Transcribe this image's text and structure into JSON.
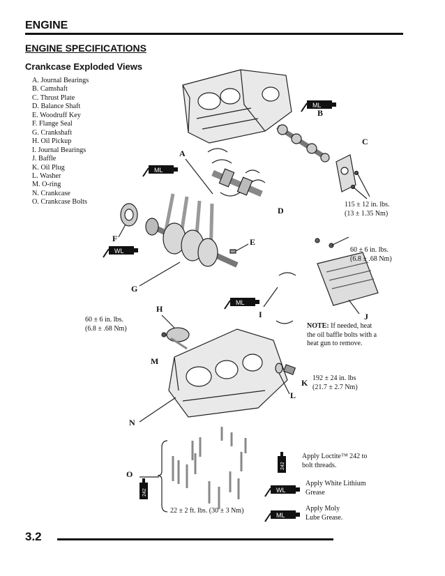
{
  "header": {
    "title": "ENGINE",
    "subtitle": "ENGINE SPECIFICATIONS",
    "section": "Crankcase Exploded Views"
  },
  "legend": [
    "A.  Journal Bearings",
    "B.  Camshaft",
    "C.  Thrust Plate",
    "D.  Balance Shaft",
    "E.  Woodruff Key",
    "F.  Flange Seal",
    "G.  Crankshaft",
    "H.  Oil Pickup",
    "I.  Journal Bearings",
    "J.  Baffle",
    "K.  Oil Plug",
    "L.  Washer",
    "M.  O-ring",
    "N.  Crankcase",
    "O.  Crankcase Bolts"
  ],
  "callouts": {
    "A": "A",
    "B": "B",
    "C": "C",
    "D": "D",
    "E": "E",
    "F": "F",
    "G": "G",
    "H": "H",
    "I": "I",
    "J": "J",
    "K": "K",
    "L": "L",
    "M": "M",
    "N": "N",
    "O": "O"
  },
  "torque": {
    "c_line1": "115 ± 12 in. lbs.",
    "c_line2": "(13 ± 1.35 Nm)",
    "e_line1": "60 ± 6 in. lbs.",
    "e_line2": "(6.8 ± .68 Nm)",
    "h_line1": "60 ± 6 in. lbs.",
    "h_line2": "(6.8 ± .68 Nm)",
    "k_line1": "192 ± 24 in. lbs",
    "k_line2": "(21.7 ± 2.7 Nm)",
    "o_line": "22 ± 2 ft. lbs. (30 ± 3 Nm)"
  },
  "note": {
    "label": "NOTE:",
    "line1": " If needed, heat",
    "line2": "the oil baffle bolts with a",
    "line3": "heat gun to remove."
  },
  "key": {
    "loctite_line1": "Apply Loctite™ 242 to",
    "loctite_line2": "bolt threads.",
    "wl_line1": "Apply White Lithium",
    "wl_line2": "Grease",
    "ml_line1": "Apply Moly",
    "ml_line2": "Lube Grease."
  },
  "icons": {
    "ml": "ML",
    "wl": "WL",
    "loctite": "242"
  },
  "footer": {
    "page": "3.2"
  }
}
